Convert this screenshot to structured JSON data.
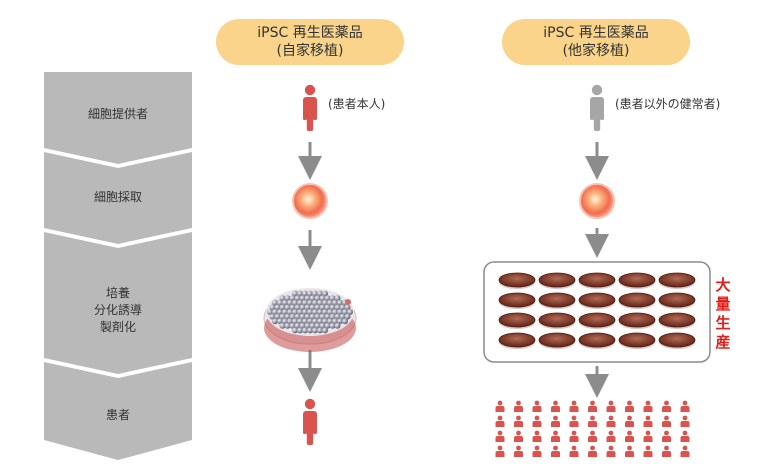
{
  "process_steps": [
    {
      "lines": [
        "細胞提供者"
      ]
    },
    {
      "lines": [
        "細胞採取"
      ]
    },
    {
      "lines": [
        "培養",
        "分化誘導",
        "製剤化"
      ]
    },
    {
      "lines": [
        "患者"
      ]
    }
  ],
  "columns": {
    "autologous": {
      "header_line1": "iPSC 再生医薬品",
      "header_line2": "(自家移植)",
      "donor_note": "(患者本人)",
      "donor_color": "#d9534f"
    },
    "allogeneic": {
      "header_line1": "iPSC 再生医薬品",
      "header_line2": "(他家移植)",
      "donor_note": "(患者以外の健常者)",
      "donor_color": "#a6a6a6",
      "mass_production_label": "大量生産"
    }
  },
  "colors": {
    "step_arrow": "#b9b9b9",
    "header_bg": "#f9d48a",
    "patient": "#d9534f",
    "accent_red": "#e0201a",
    "flow_arrow": "#8c8c8c"
  },
  "icons": [
    "person-icon",
    "cell-icon",
    "culture-dish-icon",
    "petri-dish-icon",
    "patient-crowd-icon"
  ]
}
